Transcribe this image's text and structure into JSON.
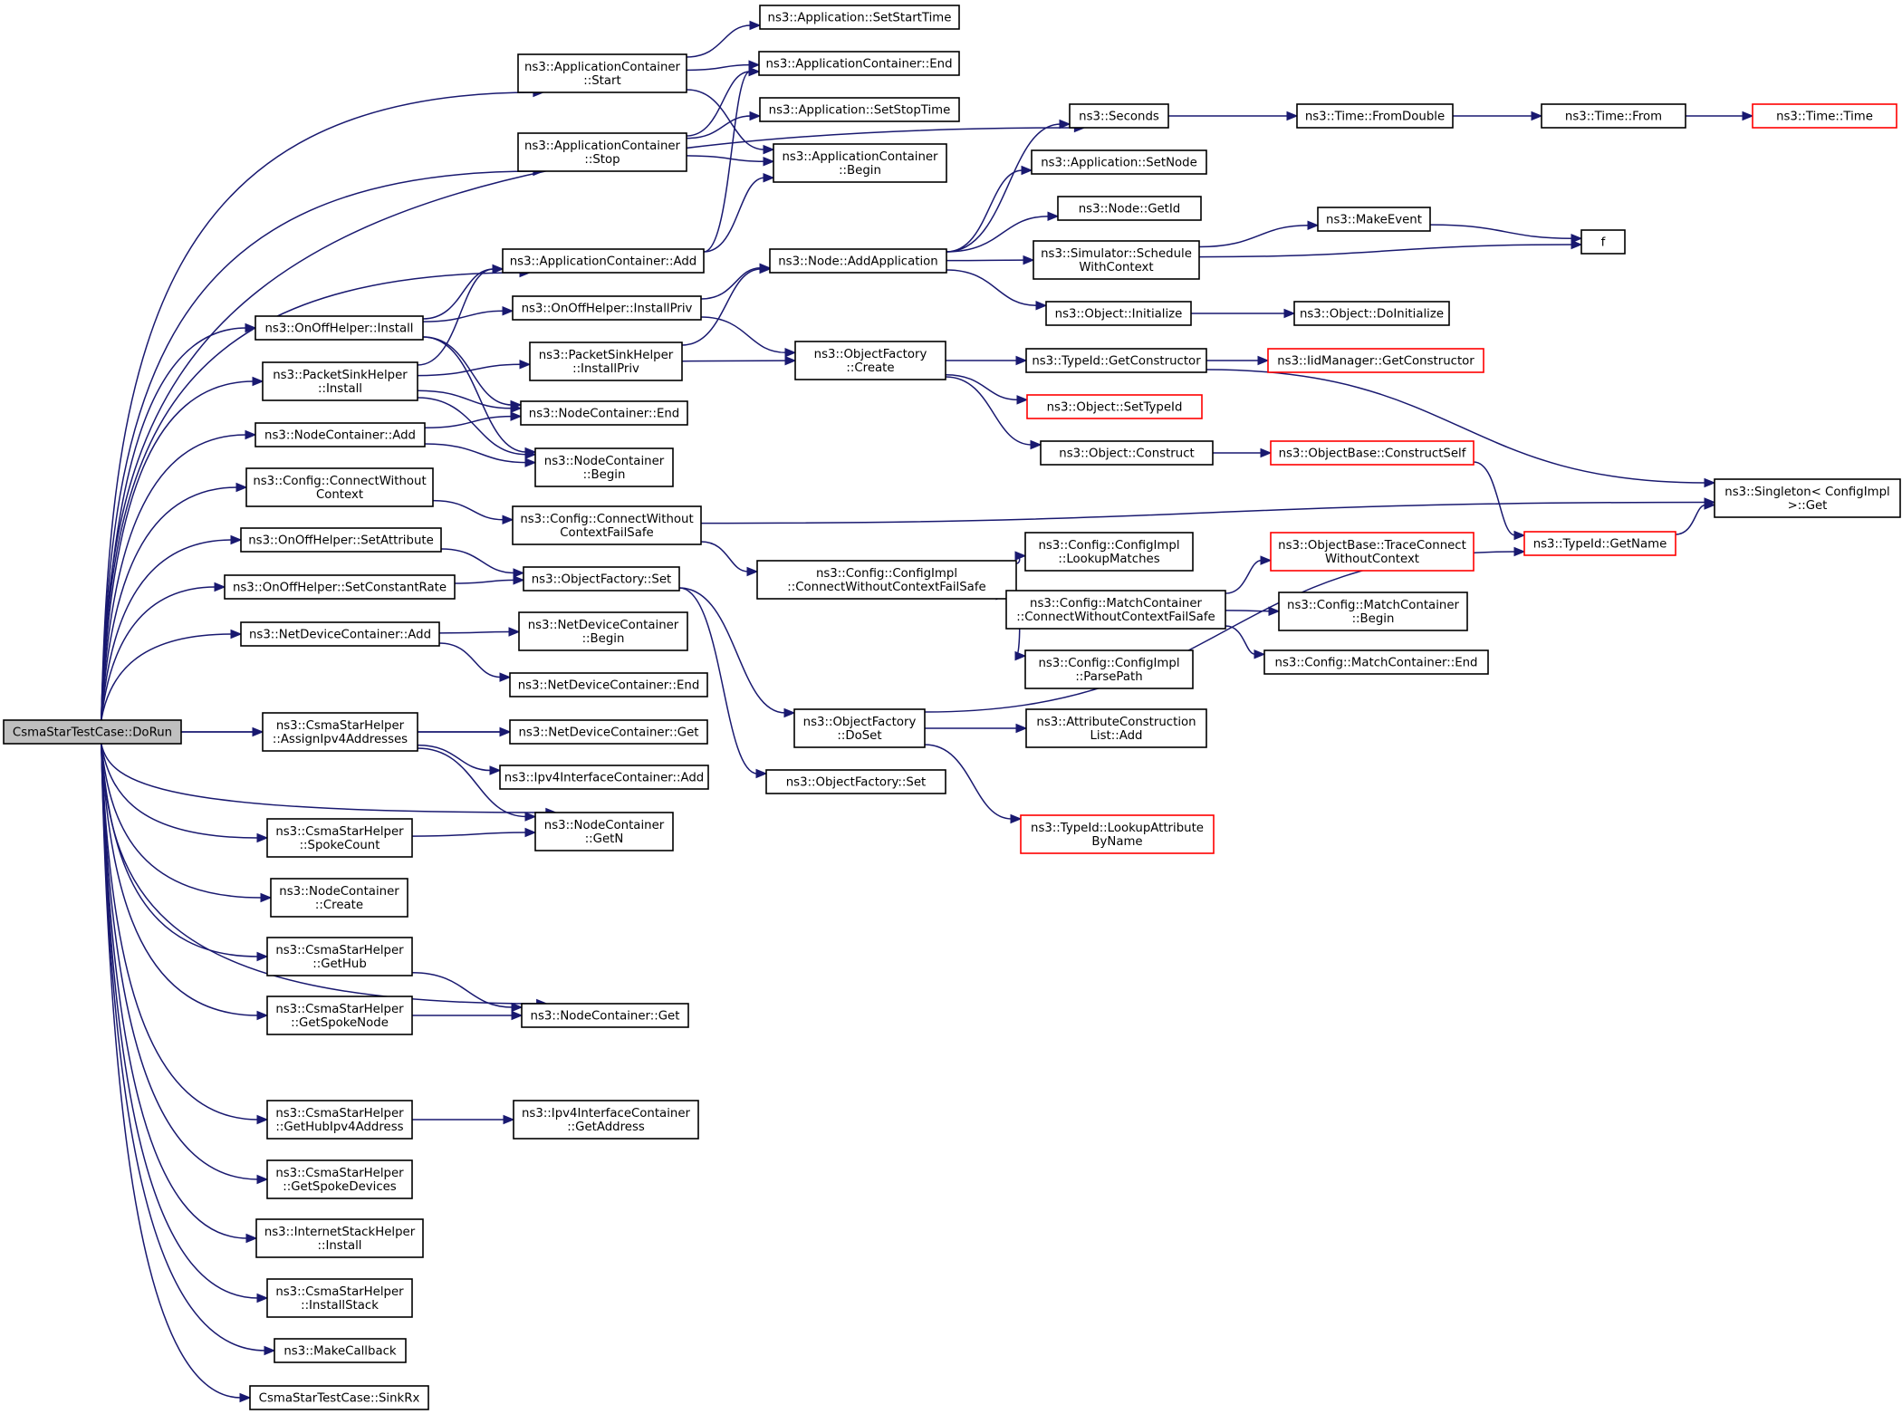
{
  "diagram": {
    "title": "CsmaStarTestCase::DoRun call graph",
    "colors": {
      "edge": "#191970",
      "node_border": "#000000",
      "external_border": "#ff0000",
      "root_fill": "#bfbfbf"
    },
    "nodes": [
      {
        "id": "root",
        "lines": [
          "CsmaStarTestCase::DoRun"
        ],
        "root": true
      },
      {
        "id": "appStart",
        "lines": [
          "ns3::ApplicationContainer",
          "::Start"
        ]
      },
      {
        "id": "appStop",
        "lines": [
          "ns3::ApplicationContainer",
          "::Stop"
        ]
      },
      {
        "id": "appAdd",
        "lines": [
          "ns3::ApplicationContainer::Add"
        ]
      },
      {
        "id": "onoffInstall",
        "lines": [
          "ns3::OnOffHelper::Install"
        ]
      },
      {
        "id": "pktInstall",
        "lines": [
          "ns3::PacketSinkHelper",
          "::Install"
        ]
      },
      {
        "id": "ncAdd",
        "lines": [
          "ns3::NodeContainer::Add"
        ]
      },
      {
        "id": "cfgConnWC",
        "lines": [
          "ns3::Config::ConnectWithout",
          "Context"
        ]
      },
      {
        "id": "onoffSetAttr",
        "lines": [
          "ns3::OnOffHelper::SetAttribute"
        ]
      },
      {
        "id": "onoffSetRate",
        "lines": [
          "ns3::OnOffHelper::SetConstantRate"
        ]
      },
      {
        "id": "ndcAdd",
        "lines": [
          "ns3::NetDeviceContainer::Add"
        ]
      },
      {
        "id": "assignIpv4",
        "lines": [
          "ns3::CsmaStarHelper",
          "::AssignIpv4Addresses"
        ]
      },
      {
        "id": "spokeCount",
        "lines": [
          "ns3::CsmaStarHelper",
          "::SpokeCount"
        ]
      },
      {
        "id": "ncCreate",
        "lines": [
          "ns3::NodeContainer",
          "::Create"
        ]
      },
      {
        "id": "getHub",
        "lines": [
          "ns3::CsmaStarHelper",
          "::GetHub"
        ]
      },
      {
        "id": "getSpokeNode",
        "lines": [
          "ns3::CsmaStarHelper",
          "::GetSpokeNode"
        ]
      },
      {
        "id": "getHubIpv4",
        "lines": [
          "ns3::CsmaStarHelper",
          "::GetHubIpv4Address"
        ]
      },
      {
        "id": "getSpokeDevices",
        "lines": [
          "ns3::CsmaStarHelper",
          "::GetSpokeDevices"
        ]
      },
      {
        "id": "inetInstall",
        "lines": [
          "ns3::InternetStackHelper",
          "::Install"
        ]
      },
      {
        "id": "installStack",
        "lines": [
          "ns3::CsmaStarHelper",
          "::InstallStack"
        ]
      },
      {
        "id": "makeCallback",
        "lines": [
          "ns3::MakeCallback"
        ]
      },
      {
        "id": "sinkRx",
        "lines": [
          "CsmaStarTestCase::SinkRx"
        ]
      },
      {
        "id": "appSetStart",
        "lines": [
          "ns3::Application::SetStartTime"
        ]
      },
      {
        "id": "appEnd",
        "lines": [
          "ns3::ApplicationContainer::End"
        ]
      },
      {
        "id": "appSetStop",
        "lines": [
          "ns3::Application::SetStopTime"
        ]
      },
      {
        "id": "appBegin",
        "lines": [
          "ns3::ApplicationContainer",
          "::Begin"
        ]
      },
      {
        "id": "onoffInstallPriv",
        "lines": [
          "ns3::OnOffHelper::InstallPriv"
        ]
      },
      {
        "id": "pktInstallPriv",
        "lines": [
          "ns3::PacketSinkHelper",
          "::InstallPriv"
        ]
      },
      {
        "id": "ncEnd",
        "lines": [
          "ns3::NodeContainer::End"
        ]
      },
      {
        "id": "ncBegin",
        "lines": [
          "ns3::NodeContainer",
          "::Begin"
        ]
      },
      {
        "id": "cfgConnWCFS",
        "lines": [
          "ns3::Config::ConnectWithout",
          "ContextFailSafe"
        ]
      },
      {
        "id": "ofSet1",
        "lines": [
          "ns3::ObjectFactory::Set"
        ]
      },
      {
        "id": "ndcBegin",
        "lines": [
          "ns3::NetDeviceContainer",
          "::Begin"
        ]
      },
      {
        "id": "ndcEnd",
        "lines": [
          "ns3::NetDeviceContainer::End"
        ]
      },
      {
        "id": "ndcGet",
        "lines": [
          "ns3::NetDeviceContainer::Get"
        ]
      },
      {
        "id": "ipv4Add",
        "lines": [
          "ns3::Ipv4InterfaceContainer::Add"
        ]
      },
      {
        "id": "ncGetN",
        "lines": [
          "ns3::NodeContainer",
          "::GetN"
        ]
      },
      {
        "id": "ncGet",
        "lines": [
          "ns3::NodeContainer::Get"
        ]
      },
      {
        "id": "ipv4GetAddr",
        "lines": [
          "ns3::Ipv4InterfaceContainer",
          "::GetAddress"
        ]
      },
      {
        "id": "seconds",
        "lines": [
          "ns3::Seconds"
        ]
      },
      {
        "id": "appSetNode",
        "lines": [
          "ns3::Application::SetNode"
        ]
      },
      {
        "id": "nodeGetId",
        "lines": [
          "ns3::Node::GetId"
        ]
      },
      {
        "id": "nodeAddApp",
        "lines": [
          "ns3::Node::AddApplication"
        ]
      },
      {
        "id": "schedWC",
        "lines": [
          "ns3::Simulator::Schedule",
          "WithContext"
        ]
      },
      {
        "id": "objInit",
        "lines": [
          "ns3::Object::Initialize"
        ]
      },
      {
        "id": "ofCreate",
        "lines": [
          "ns3::ObjectFactory",
          "::Create"
        ]
      },
      {
        "id": "cfgImplCWCFS",
        "lines": [
          "ns3::Config::ConfigImpl",
          "::ConnectWithoutContextFailSafe"
        ]
      },
      {
        "id": "ofDoSet",
        "lines": [
          "ns3::ObjectFactory",
          "::DoSet"
        ]
      },
      {
        "id": "ofSet2",
        "lines": [
          "ns3::ObjectFactory::Set"
        ]
      },
      {
        "id": "timeFromDouble",
        "lines": [
          "ns3::Time::FromDouble"
        ]
      },
      {
        "id": "makeEvent",
        "lines": [
          "ns3::MakeEvent"
        ]
      },
      {
        "id": "objDoInit",
        "lines": [
          "ns3::Object::DoInitialize"
        ]
      },
      {
        "id": "tidGetCtor",
        "lines": [
          "ns3::TypeId::GetConstructor"
        ]
      },
      {
        "id": "objSetTypeId",
        "lines": [
          "ns3::Object::SetTypeId"
        ],
        "external": true
      },
      {
        "id": "objConstruct",
        "lines": [
          "ns3::Object::Construct"
        ]
      },
      {
        "id": "lookupMatches",
        "lines": [
          "ns3::Config::ConfigImpl",
          "::LookupMatches"
        ]
      },
      {
        "id": "mcCWCFS",
        "lines": [
          "ns3::Config::MatchContainer",
          "::ConnectWithoutContextFailSafe"
        ]
      },
      {
        "id": "parsePath",
        "lines": [
          "ns3::Config::ConfigImpl",
          "::ParsePath"
        ]
      },
      {
        "id": "attrListAdd",
        "lines": [
          "ns3::AttributeConstruction",
          "List::Add"
        ]
      },
      {
        "id": "lookupAttr",
        "lines": [
          "ns3::TypeId::LookupAttribute",
          "ByName"
        ],
        "external": true
      },
      {
        "id": "timeFrom",
        "lines": [
          "ns3::Time::From"
        ]
      },
      {
        "id": "f",
        "lines": [
          "f"
        ]
      },
      {
        "id": "iidGetCtor",
        "lines": [
          "ns3::IidManager::GetConstructor"
        ],
        "external": true
      },
      {
        "id": "constructSelf",
        "lines": [
          "ns3::ObjectBase::ConstructSelf"
        ],
        "external": true
      },
      {
        "id": "traceConnWC",
        "lines": [
          "ns3::ObjectBase::TraceConnect",
          "WithoutContext"
        ],
        "external": true
      },
      {
        "id": "mcBegin",
        "lines": [
          "ns3::Config::MatchContainer",
          "::Begin"
        ]
      },
      {
        "id": "mcEnd",
        "lines": [
          "ns3::Config::MatchContainer::End"
        ]
      },
      {
        "id": "timeTime",
        "lines": [
          "ns3::Time::Time"
        ],
        "external": true
      },
      {
        "id": "tidGetName",
        "lines": [
          "ns3::TypeId::GetName"
        ],
        "external": true
      },
      {
        "id": "singletonGet",
        "lines": [
          "ns3::Singleton< ConfigImpl",
          ">::Get"
        ]
      }
    ],
    "edges": [
      [
        "root",
        "appStart"
      ],
      [
        "root",
        "appStop"
      ],
      [
        "root",
        "seconds"
      ],
      [
        "root",
        "appAdd"
      ],
      [
        "root",
        "onoffInstall"
      ],
      [
        "root",
        "pktInstall"
      ],
      [
        "root",
        "ncAdd"
      ],
      [
        "root",
        "cfgConnWC"
      ],
      [
        "root",
        "onoffSetAttr"
      ],
      [
        "root",
        "onoffSetRate"
      ],
      [
        "root",
        "ndcAdd"
      ],
      [
        "root",
        "ndcGet"
      ],
      [
        "root",
        "assignIpv4"
      ],
      [
        "root",
        "ncGetN"
      ],
      [
        "root",
        "spokeCount"
      ],
      [
        "root",
        "ncCreate"
      ],
      [
        "root",
        "getHub"
      ],
      [
        "root",
        "getSpokeNode"
      ],
      [
        "root",
        "ncGet"
      ],
      [
        "root",
        "getHubIpv4"
      ],
      [
        "root",
        "getSpokeDevices"
      ],
      [
        "root",
        "inetInstall"
      ],
      [
        "root",
        "installStack"
      ],
      [
        "root",
        "makeCallback"
      ],
      [
        "root",
        "sinkRx"
      ],
      [
        "appStart",
        "appSetStart"
      ],
      [
        "appStart",
        "appEnd"
      ],
      [
        "appStart",
        "appBegin"
      ],
      [
        "appStop",
        "appEnd"
      ],
      [
        "appStop",
        "appSetStop"
      ],
      [
        "appStop",
        "appBegin"
      ],
      [
        "appAdd",
        "appEnd"
      ],
      [
        "appAdd",
        "appBegin"
      ],
      [
        "onoffInstall",
        "appAdd"
      ],
      [
        "onoffInstall",
        "onoffInstallPriv"
      ],
      [
        "onoffInstall",
        "ncEnd"
      ],
      [
        "onoffInstall",
        "ncBegin"
      ],
      [
        "pktInstall",
        "appAdd"
      ],
      [
        "pktInstall",
        "pktInstallPriv"
      ],
      [
        "pktInstall",
        "ncEnd"
      ],
      [
        "pktInstall",
        "ncBegin"
      ],
      [
        "ncAdd",
        "ncEnd"
      ],
      [
        "ncAdd",
        "ncBegin"
      ],
      [
        "cfgConnWC",
        "cfgConnWCFS"
      ],
      [
        "onoffSetAttr",
        "ofSet1"
      ],
      [
        "onoffSetRate",
        "ofSet1"
      ],
      [
        "ndcAdd",
        "ndcBegin"
      ],
      [
        "ndcAdd",
        "ndcEnd"
      ],
      [
        "assignIpv4",
        "ndcGet"
      ],
      [
        "assignIpv4",
        "ipv4Add"
      ],
      [
        "assignIpv4",
        "ncGetN"
      ],
      [
        "spokeCount",
        "ncGetN"
      ],
      [
        "getHub",
        "ncGet"
      ],
      [
        "getSpokeNode",
        "ncGet"
      ],
      [
        "getHubIpv4",
        "ipv4GetAddr"
      ],
      [
        "onoffInstallPriv",
        "nodeAddApp"
      ],
      [
        "onoffInstallPriv",
        "ofCreate"
      ],
      [
        "pktInstallPriv",
        "nodeAddApp"
      ],
      [
        "pktInstallPriv",
        "ofCreate"
      ],
      [
        "cfgConnWCFS",
        "singletonGet"
      ],
      [
        "cfgConnWCFS",
        "cfgImplCWCFS"
      ],
      [
        "ofSet1",
        "ofDoSet"
      ],
      [
        "ofSet1",
        "ofSet2"
      ],
      [
        "nodeAddApp",
        "seconds"
      ],
      [
        "nodeAddApp",
        "appSetNode"
      ],
      [
        "nodeAddApp",
        "nodeGetId"
      ],
      [
        "nodeAddApp",
        "schedWC"
      ],
      [
        "nodeAddApp",
        "objInit"
      ],
      [
        "seconds",
        "timeFromDouble"
      ],
      [
        "timeFromDouble",
        "timeFrom"
      ],
      [
        "timeFrom",
        "timeTime"
      ],
      [
        "schedWC",
        "makeEvent"
      ],
      [
        "schedWC",
        "f"
      ],
      [
        "makeEvent",
        "f"
      ],
      [
        "objInit",
        "objDoInit"
      ],
      [
        "ofCreate",
        "tidGetCtor"
      ],
      [
        "ofCreate",
        "objSetTypeId"
      ],
      [
        "ofCreate",
        "objConstruct"
      ],
      [
        "tidGetCtor",
        "iidGetCtor"
      ],
      [
        "tidGetCtor",
        "singletonGet"
      ],
      [
        "objConstruct",
        "constructSelf"
      ],
      [
        "constructSelf",
        "tidGetName"
      ],
      [
        "tidGetName",
        "singletonGet"
      ],
      [
        "cfgImplCWCFS",
        "lookupMatches"
      ],
      [
        "cfgImplCWCFS",
        "mcCWCFS"
      ],
      [
        "cfgImplCWCFS",
        "parsePath"
      ],
      [
        "mcCWCFS",
        "traceConnWC"
      ],
      [
        "mcCWCFS",
        "mcBegin"
      ],
      [
        "mcCWCFS",
        "mcEnd"
      ],
      [
        "ofDoSet",
        "attrListAdd"
      ],
      [
        "ofDoSet",
        "lookupAttr"
      ],
      [
        "ofDoSet",
        "tidGetName"
      ]
    ]
  }
}
